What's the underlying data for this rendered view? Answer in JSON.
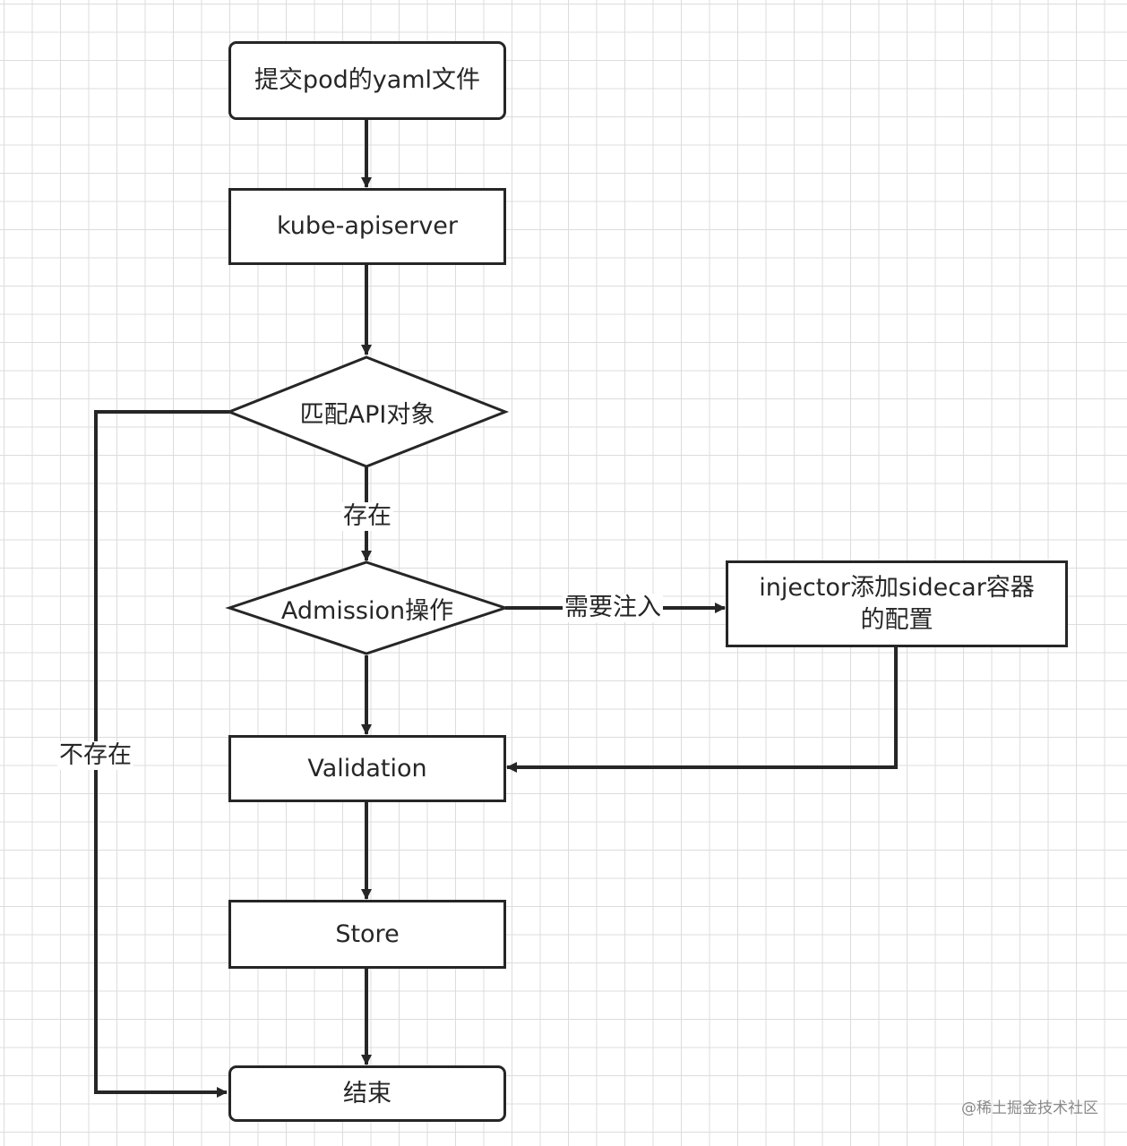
{
  "nodes": {
    "submit": "提交pod的yaml文件",
    "apiserver": "kube-apiserver",
    "match": "匹配API对象",
    "admission": "Admission操作",
    "injector": "injector添加sidecar容器\n的配置",
    "validation": "Validation",
    "store": "Store",
    "end": "结束"
  },
  "edges": {
    "exists": "存在",
    "not_exists": "不存在",
    "need_inject": "需要注入"
  },
  "watermark": "@稀土掘金技术社区"
}
